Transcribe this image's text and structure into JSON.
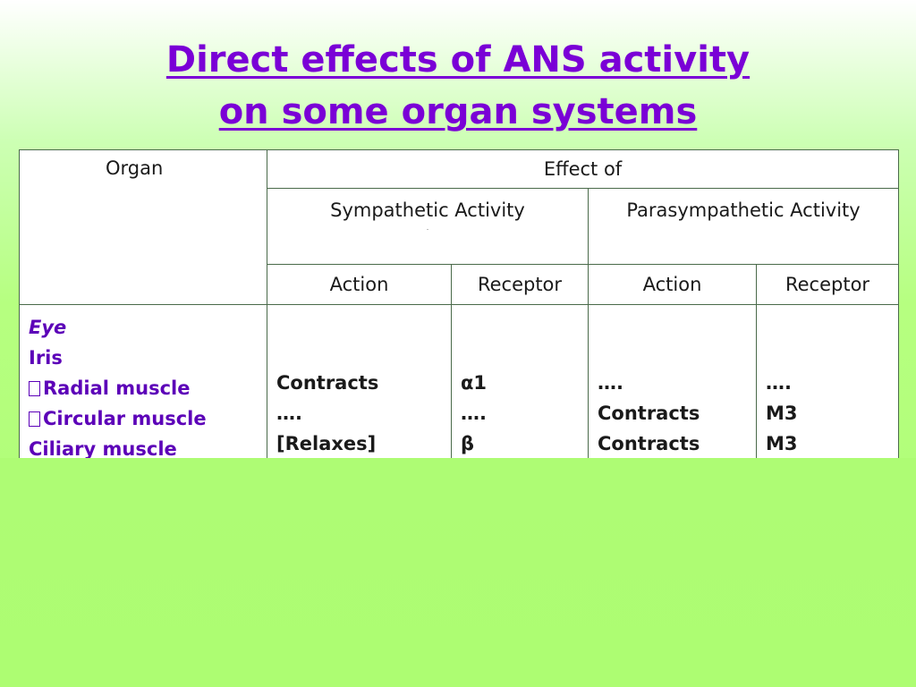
{
  "title": {
    "line1": "Direct effects of ANS activity",
    "line2": "on some organ systems"
  },
  "table": {
    "organ_header": "Organ",
    "effect_header": "Effect of",
    "sympathetic_header": "Sympathetic Activity",
    "sympathetic_mark": ".",
    "parasympathetic_header": "Parasympathetic Activity",
    "action_header": "Action",
    "receptor_header": "Receptor",
    "organs": [
      "Eye",
      "Iris",
      "Radial muscle",
      "Circular muscle",
      "Ciliary muscle"
    ],
    "sympathetic_action": [
      "Contracts",
      "….",
      "[Relaxes]"
    ],
    "sympathetic_receptor": [
      "α1",
      "….",
      "β"
    ],
    "parasympathetic_action": [
      "….",
      "Contracts",
      "Contracts"
    ],
    "parasympathetic_receptor": [
      "….",
      "M3",
      "M3"
    ]
  },
  "colors": {
    "title": "#7a00d6",
    "organ_text": "#5c00b8",
    "organ_header": "#1a3fd0",
    "sympathetic_values": "#e6006e",
    "parasympathetic_values": "#2e9b1a",
    "background": "#adfd72"
  }
}
